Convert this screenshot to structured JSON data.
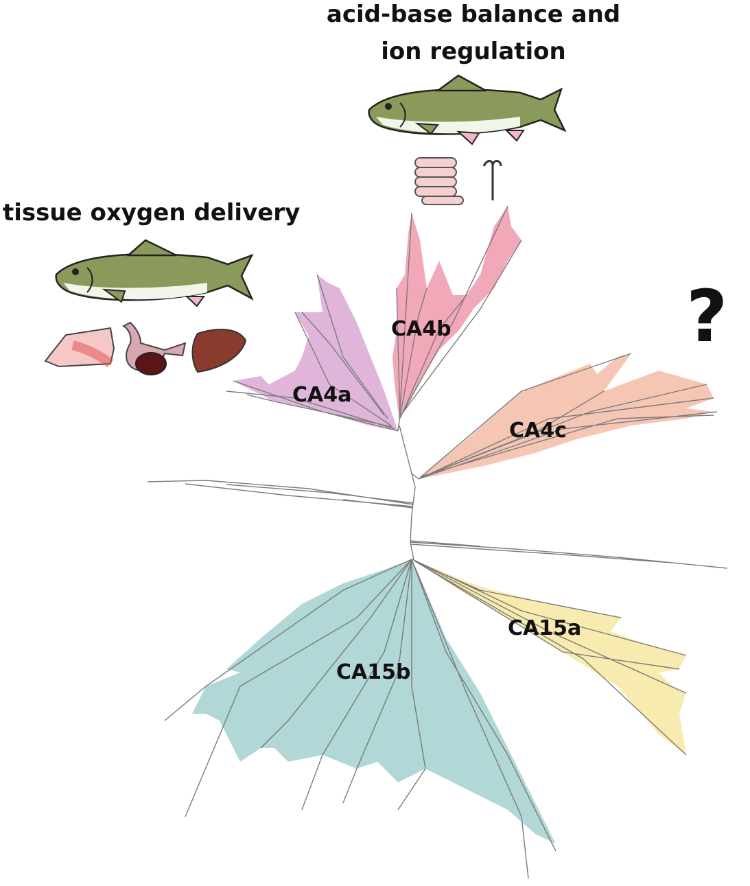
{
  "captions": {
    "acid_base_line1": "acid-base balance and",
    "acid_base_line2": "ion regulation",
    "tissue_oxygen": "tissue oxygen delivery"
  },
  "clades": {
    "ca4a": "CA4a",
    "ca4b": "CA4b",
    "ca4c": "CA4c",
    "ca15a": "CA15a",
    "ca15b": "CA15b"
  },
  "unknown_function_mark": "?",
  "colors": {
    "ca4a": "#d9a9d3",
    "ca4b": "#ef9aae",
    "ca4c": "#f5c0ad",
    "ca15a": "#f7e9a6",
    "ca15b": "#a9d3d3",
    "branch": "#7a7a7a",
    "fish_body": "#8a9a5a",
    "fish_belly": "#f2f5ea",
    "fish_fin": "#f4b6c2"
  },
  "icons": {
    "fish_top": "rainbow-trout-icon",
    "gut": "intestine-icon",
    "gill": "gill-filament-icon",
    "fish_left": "rainbow-trout-icon",
    "muscle": "muscle-icon",
    "heart": "heart-icon",
    "liver": "liver-icon"
  }
}
